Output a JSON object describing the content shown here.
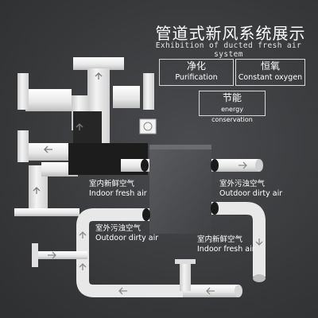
{
  "title": {
    "zh": "管道式新风系统展示",
    "en": "Exhibition of ducted fresh air system"
  },
  "features": [
    {
      "zh": "净化",
      "en": "Purification"
    },
    {
      "zh": "恒氧",
      "en": "Constant oxygen"
    },
    {
      "zh": "节能",
      "en": "energy conservation"
    }
  ],
  "airflows": {
    "indoor_fresh_top": {
      "zh": "室内新鲜空气",
      "en": "Indoor fresh air"
    },
    "outdoor_dirty_top": {
      "zh": "室外污浊空气",
      "en": "Outdoor dirty air"
    },
    "outdoor_dirty_bottom": {
      "zh": "室外污浊空气",
      "en": "Outdoor dirty air"
    },
    "indoor_fresh_bottom": {
      "zh": "室内新鲜空气",
      "en": "Indoor fresh air"
    }
  },
  "colors": {
    "background": "#3a3b3d",
    "duct": "#eeeeee",
    "unit": "#4f5154",
    "junction": "#1a1a1a"
  }
}
